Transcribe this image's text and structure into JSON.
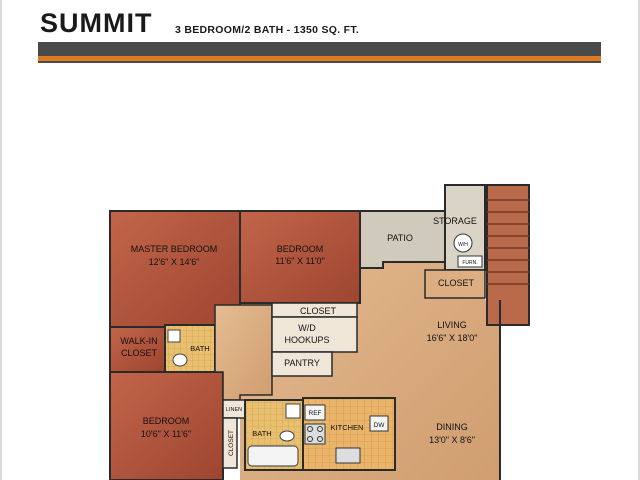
{
  "header": {
    "title": "SUMMIT",
    "subtitle": "3 BEDROOM/2 BATH - 1350 SQ. FT."
  },
  "rooms": {
    "master_bedroom": {
      "name": "MASTER BEDROOM",
      "size": "12'6\" X 14'6\""
    },
    "bedroom_top": {
      "name": "BEDROOM",
      "size": "11'6\" X 11'0\""
    },
    "bedroom_bottom": {
      "name": "BEDROOM",
      "size": "10'6\" X 11'6\""
    },
    "living": {
      "name": "LIVING",
      "size": "16'6\" X 18'0\""
    },
    "dining": {
      "name": "DINING",
      "size": "13'0\" X 8'6\""
    },
    "patio": "PATIO",
    "storage": "STORAGE",
    "closet_top": "CLOSET",
    "closet_living": "CLOSET",
    "walkin_closet_1": "WALK-IN",
    "walkin_closet_2": "CLOSET",
    "wd_hookups_1": "W/D",
    "wd_hookups_2": "HOOKUPS",
    "pantry": "PANTRY",
    "bath_master": "BATH",
    "bath_hall": "BATH",
    "kitchen": "KITCHEN",
    "linen": "LINEN",
    "closet_vertical": "CLOSET",
    "ref": "REF",
    "dw": "DW",
    "wh": "W/H",
    "furn": "FURN."
  },
  "colors": {
    "bedroom": "#b8583f",
    "living": "#dcae82",
    "tile": "#e8c070",
    "patio": "#cfcabb",
    "outline": "#2a2a2a",
    "accent_band": "#e07a22",
    "dark_band": "#4a4a4a"
  }
}
